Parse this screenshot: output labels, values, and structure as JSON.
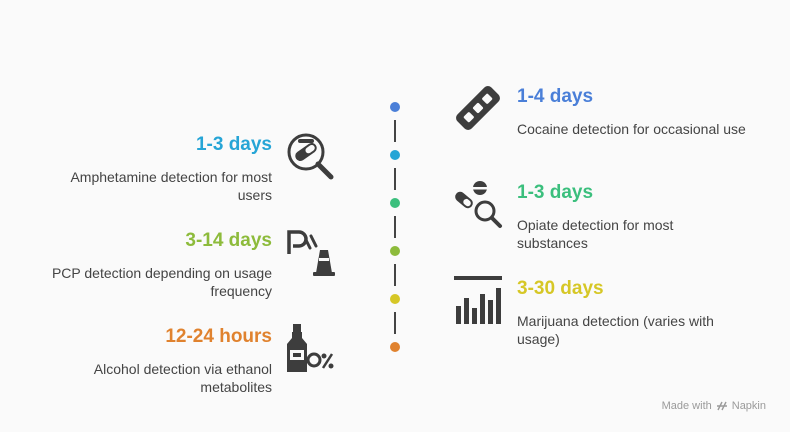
{
  "colors": {
    "blue": "#4a7fd8",
    "cyan": "#26a5d6",
    "green": "#3bbf7d",
    "olive": "#8dbb3b",
    "yellow": "#d6c726",
    "orange": "#e0822e",
    "icon": "#3d3d3d"
  },
  "items": [
    {
      "heading": "1-4 days",
      "desc": "Cocaine detection for occasional use",
      "color": "#4a7fd8",
      "icon": "test-strip-icon"
    },
    {
      "heading": "1-3 days",
      "desc": "Amphetamine detection for most users",
      "color": "#26a5d6",
      "icon": "pill-magnifier-icon"
    },
    {
      "heading": "1-3 days",
      "desc": "Opiate detection for most substances",
      "color": "#3bbf7d",
      "icon": "pills-search-icon"
    },
    {
      "heading": "3-14 days",
      "desc": "PCP detection depending on usage frequency",
      "color": "#8dbb3b",
      "icon": "parking-cone-icon"
    },
    {
      "heading": "3-30 days",
      "desc": "Marijuana detection (varies with usage)",
      "color": "#d6c726",
      "icon": "bar-chart-icon"
    },
    {
      "heading": "12-24 hours",
      "desc": "Alcohol detection via ethanol metabolites",
      "color": "#e0822e",
      "icon": "bottle-percent-icon"
    }
  ],
  "footer": {
    "made_with": "Made with",
    "brand": "Napkin"
  }
}
